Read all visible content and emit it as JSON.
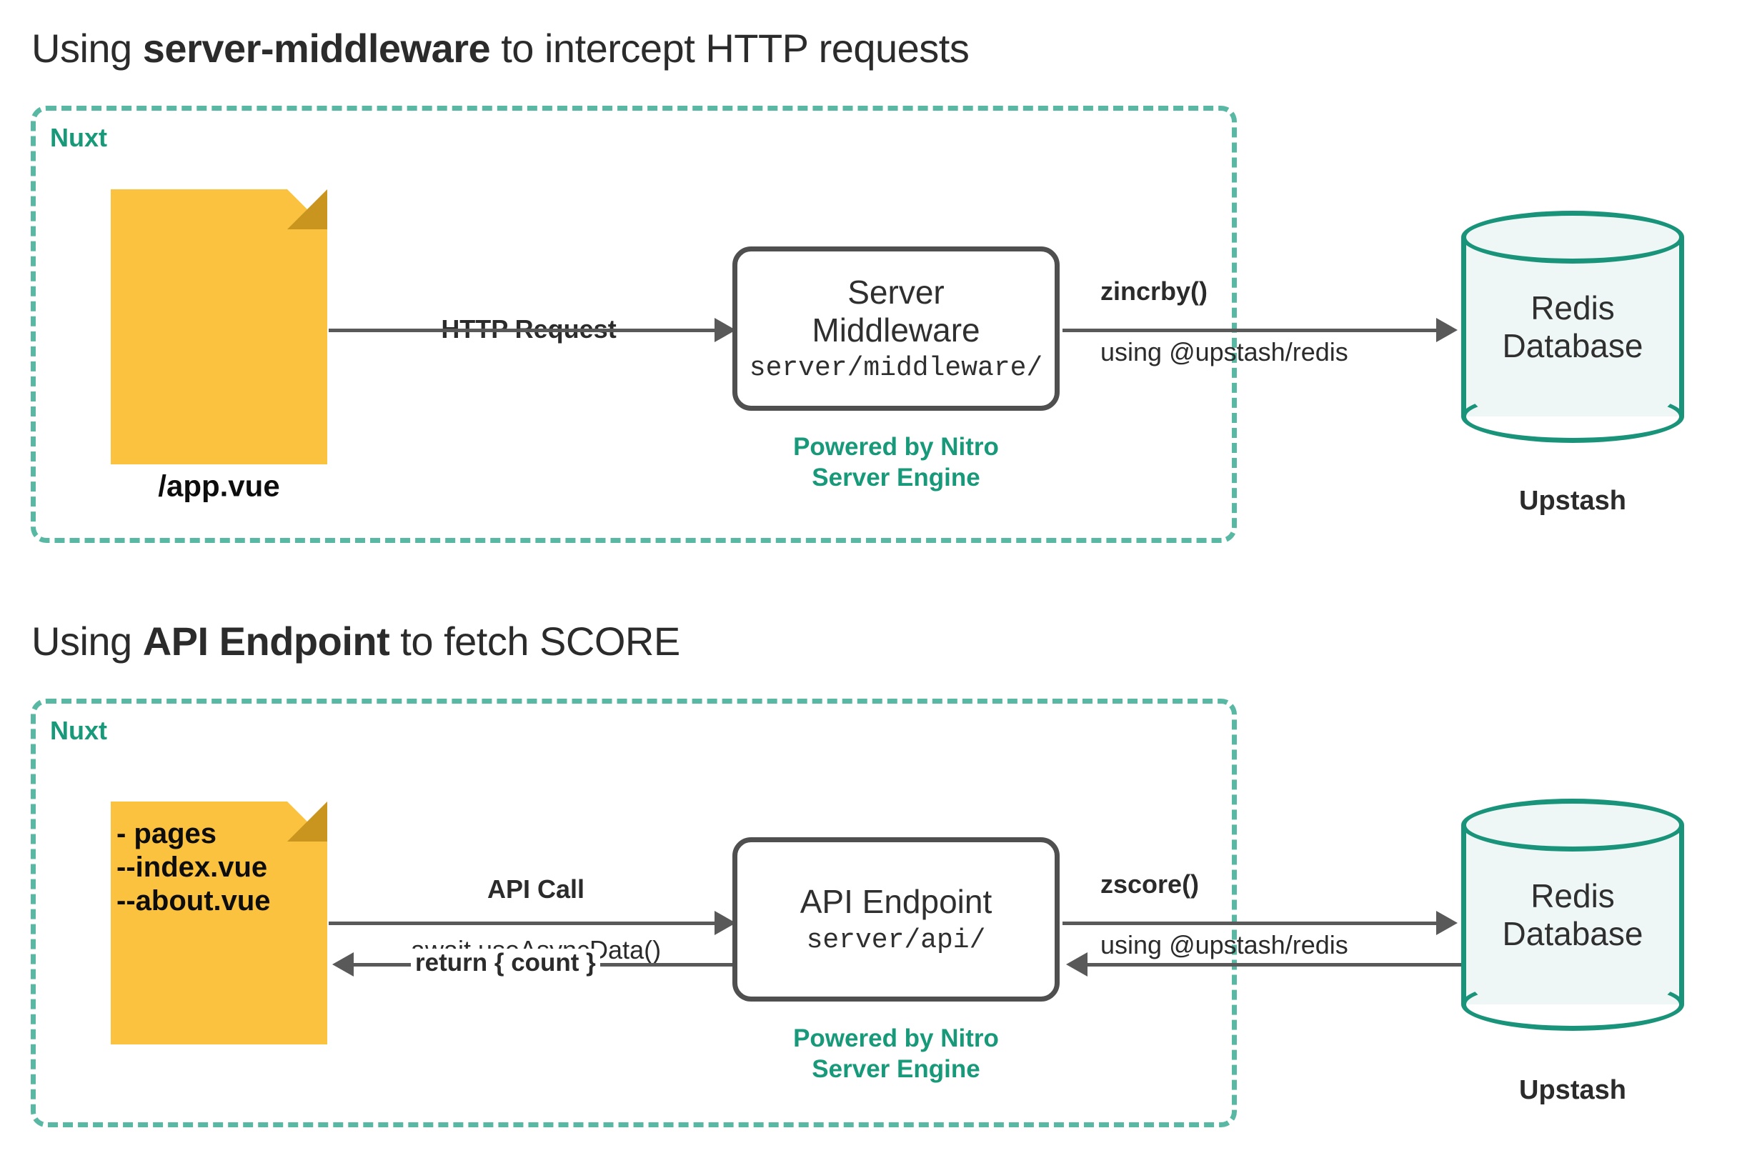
{
  "colors": {
    "teal_dark": "#17997a",
    "teal_dash": "#59b8a3",
    "cylinder_stroke": "#19947a",
    "cylinder_fill": "#eef7f5",
    "doc_yellow": "#fbc23f",
    "doc_fold": "#c9951f",
    "box_border": "#4f4f4f",
    "arrow": "#595959",
    "text_dark": "#2b2b2b"
  },
  "sections": [
    {
      "title_prefix": "Using ",
      "title_bold": "server-middleware",
      "title_suffix": " to intercept HTTP requests",
      "container_label": "Nuxt",
      "document": {
        "label": "/app.vue"
      },
      "process": {
        "title": "Server\nMiddleware",
        "path": "server/middleware/",
        "caption": "Powered by Nitro\nServer Engine"
      },
      "edge_in": {
        "strong": "HTTP Request",
        "light": ""
      },
      "edge_out": {
        "strong": "zincrby()",
        "light": "using @upstash/redis"
      },
      "database": {
        "label": "Redis\nDatabase",
        "caption": "Upstash"
      }
    },
    {
      "title_prefix": "Using ",
      "title_bold": "API Endpoint",
      "title_suffix": " to fetch SCORE",
      "container_label": "Nuxt",
      "document": {
        "label": "- pages\n--index.vue\n--about.vue"
      },
      "process": {
        "title": "API Endpoint",
        "path": "server/api/",
        "caption": "Powered by Nitro\nServer Engine"
      },
      "edge_in": {
        "strong": "API Call",
        "light": "await useAsyncData()"
      },
      "edge_return": {
        "strong": "return { count }"
      },
      "edge_out": {
        "strong": "zscore()",
        "light": "using @upstash/redis"
      },
      "database": {
        "label": "Redis\nDatabase",
        "caption": "Upstash"
      }
    }
  ]
}
